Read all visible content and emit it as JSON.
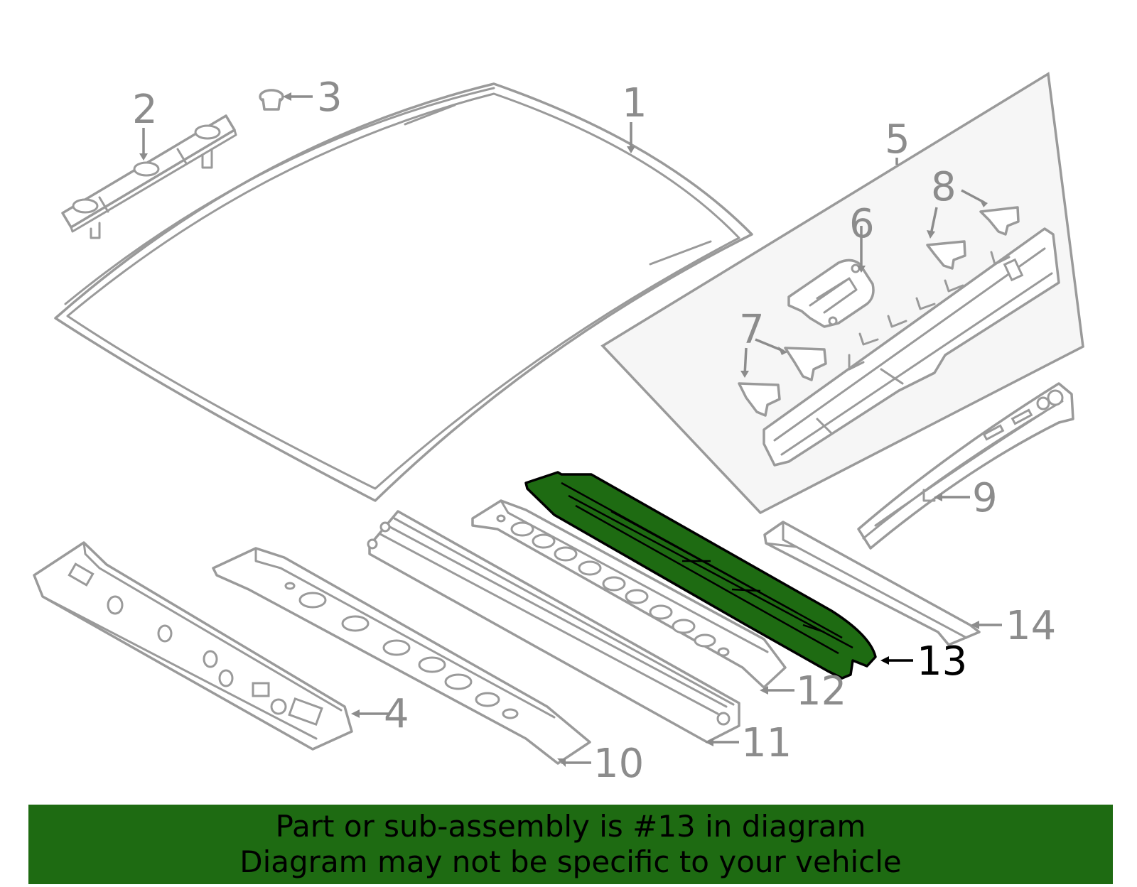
{
  "callouts": [
    {
      "id": "1",
      "label": "1"
    },
    {
      "id": "2",
      "label": "2"
    },
    {
      "id": "3",
      "label": "3"
    },
    {
      "id": "4",
      "label": "4"
    },
    {
      "id": "5",
      "label": "5"
    },
    {
      "id": "6",
      "label": "6"
    },
    {
      "id": "7",
      "label": "7"
    },
    {
      "id": "8",
      "label": "8"
    },
    {
      "id": "9",
      "label": "9"
    },
    {
      "id": "10",
      "label": "10"
    },
    {
      "id": "11",
      "label": "11"
    },
    {
      "id": "12",
      "label": "12"
    },
    {
      "id": "13",
      "label": "13"
    },
    {
      "id": "14",
      "label": "14"
    }
  ],
  "highlighted_part": "13",
  "colors": {
    "highlight": "#1e6b12",
    "outline": "#9a9a9a",
    "callout_text": "#8c8c8c",
    "banner_bg": "#1e6b12"
  },
  "banner": {
    "line1": "Part or sub-assembly is #13 in diagram",
    "line2": "Diagram may not be specific to your vehicle"
  }
}
